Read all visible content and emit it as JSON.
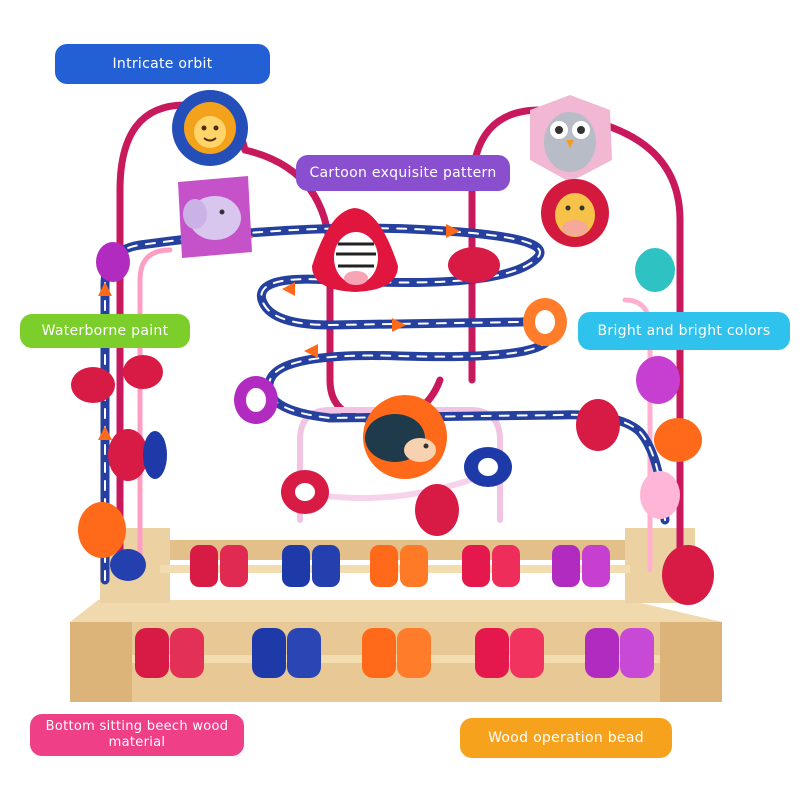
{
  "labels": {
    "orbit": "Intricate orbit",
    "pattern": "Cartoon exquisite pattern",
    "paint": "Waterborne paint",
    "colors": "Bright and bright colors",
    "beech": "Bottom sitting beech wood material",
    "bead": "Wood operation bead"
  },
  "colors": {
    "orbit": "#2360d6",
    "pattern": "#8a4fcf",
    "paint": "#7ccf2a",
    "colors": "#2ec2ec",
    "beech": "#ef3f86",
    "bead": "#f7a21c"
  },
  "illustration": {
    "subject": "wooden-bead-maze-toy",
    "animal_icons": [
      "lion-icon",
      "elephant-icon",
      "zebra-icon",
      "owl-icon",
      "giraffe-icon",
      "hedgehog-icon"
    ]
  }
}
